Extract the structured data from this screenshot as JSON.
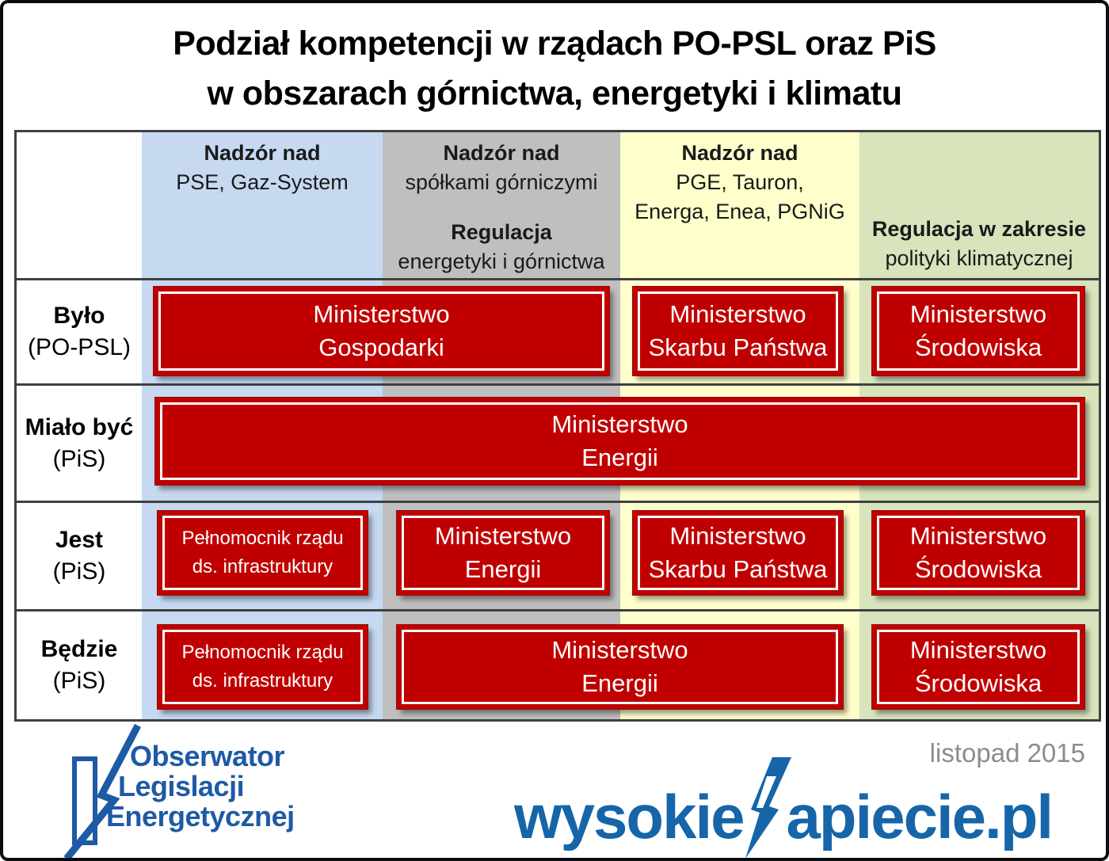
{
  "title": {
    "line1": "Podział kompetencji w rządach PO-PSL oraz PiS",
    "line2": "w obszarach górnictwa, energetyki i klimatu"
  },
  "header": {
    "col1": {
      "bold": "Nadzór nad",
      "line1": "PSE,  Gaz-System"
    },
    "col2": {
      "bold1": "Nadzór nad",
      "line1": "spółkami górniczymi",
      "bold2": "Regulacja",
      "line2": "energetyki i górnictwa"
    },
    "col3": {
      "bold": "Nadzór nad",
      "line1": "PGE, Tauron,",
      "line2": "Energa, Enea, PGNiG"
    },
    "col4": {
      "bold": "Regulacja w zakresie",
      "line1": "polityki klimatycznej"
    }
  },
  "rows": {
    "r1": {
      "label": "Było",
      "party": "(PO-PSL)"
    },
    "r2": {
      "label": "Miało być",
      "party": "(PiS)"
    },
    "r3": {
      "label": "Jest",
      "party": "(PiS)"
    },
    "r4": {
      "label": "Będzie",
      "party": "(PiS)"
    }
  },
  "boxes": {
    "r1b1": {
      "line1": "Ministerstwo",
      "line2": "Gospodarki"
    },
    "r1b2": {
      "line1": "Ministerstwo",
      "line2": "Skarbu Państwa"
    },
    "r1b3": {
      "line1": "Ministerstwo",
      "line2": "Środowiska"
    },
    "r2b1": {
      "line1": "Ministerstwo",
      "line2": "Energii"
    },
    "r3b1": {
      "line1": "Pełnomocnik rządu",
      "line2": "ds. infrastruktury"
    },
    "r3b2": {
      "line1": "Ministerstwo",
      "line2": "Energii"
    },
    "r3b3": {
      "line1": "Ministerstwo",
      "line2": "Skarbu Państwa"
    },
    "r3b4": {
      "line1": "Ministerstwo",
      "line2": "Środowiska"
    },
    "r4b1": {
      "line1": "Pełnomocnik rządu",
      "line2": "ds. infrastruktury"
    },
    "r4b2": {
      "line1": "Ministerstwo",
      "line2": "Energii"
    },
    "r4b3": {
      "line1": "Ministerstwo",
      "line2": "Środowiska"
    }
  },
  "footer": {
    "logo_line1": "Obserwator",
    "logo_line2": "Legislacji",
    "logo_line3": "Energetycznej",
    "date": "listopad 2015",
    "site_left": "wysokie",
    "site_right": "apiecie.pl"
  },
  "colors": {
    "column_blue": "#C6D9F1",
    "column_gray": "#BFBFBF",
    "column_yellow": "#FFFFCC",
    "column_green": "#D7E4BC",
    "box_red": "#C00000",
    "table_line": "#404040",
    "logo_blue": "#1E5AA5",
    "site_blue": "#1665A9",
    "date_gray": "#8C8C8C"
  }
}
